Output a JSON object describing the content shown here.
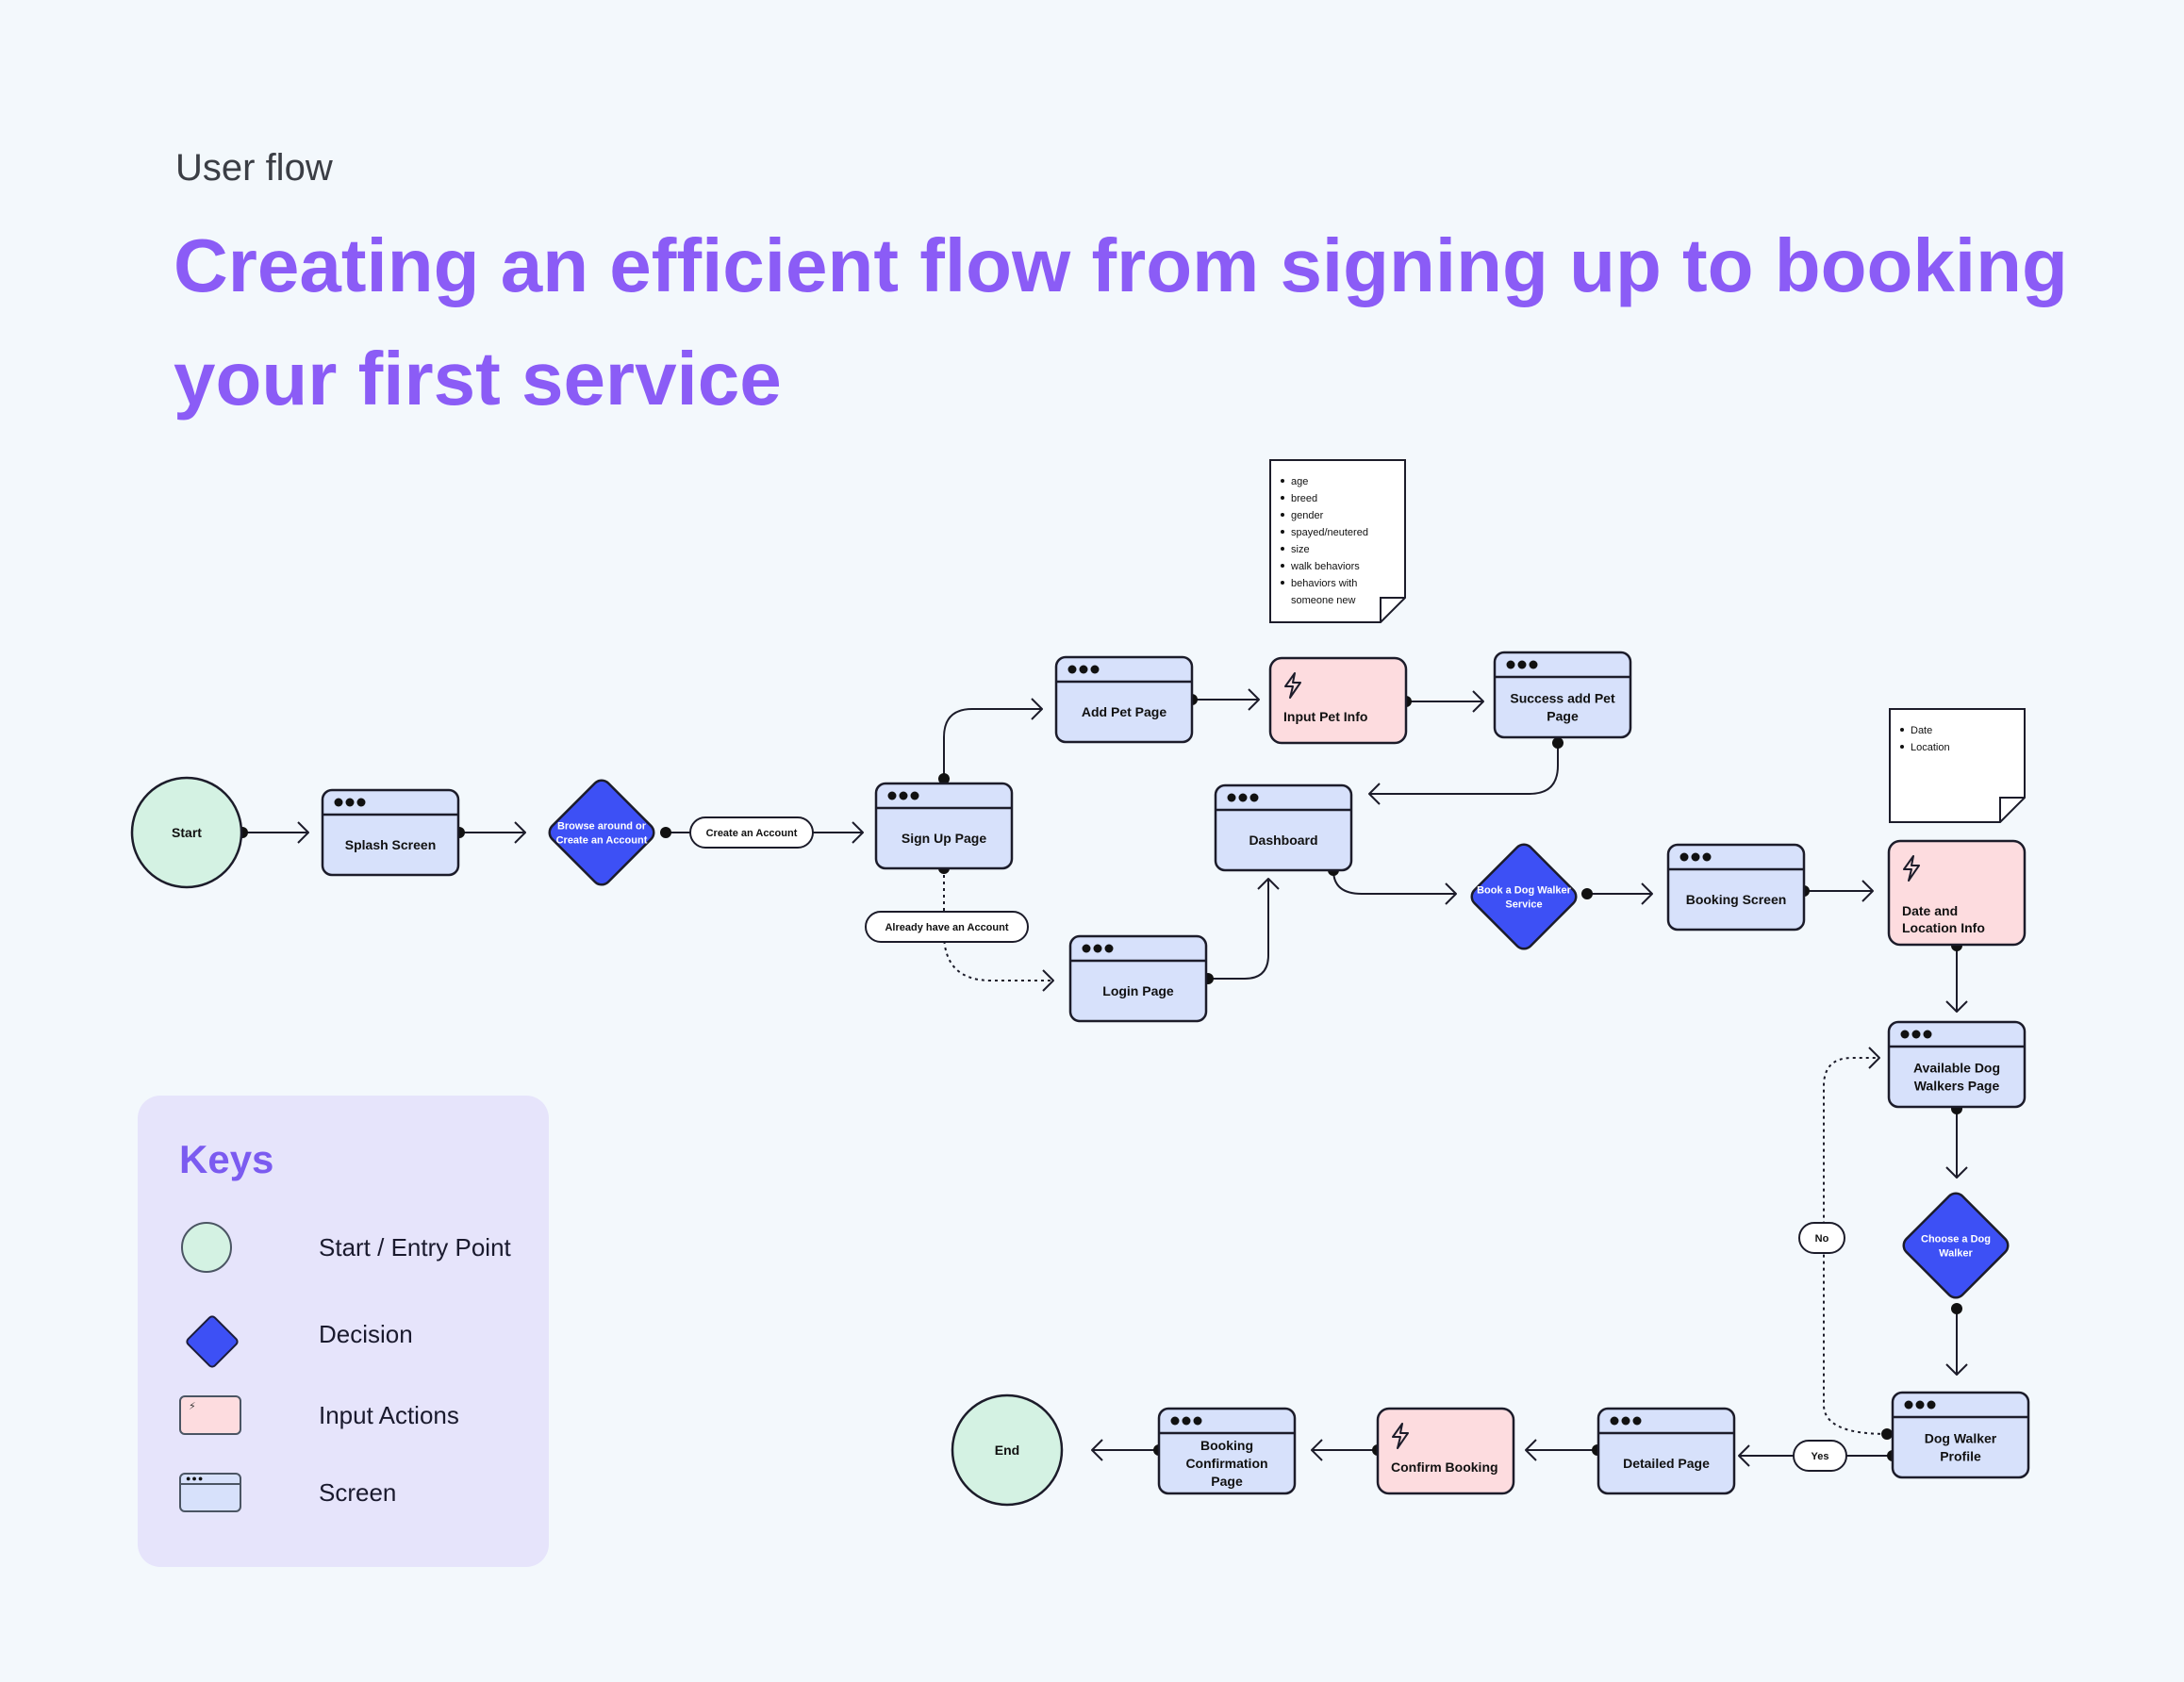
{
  "header": {
    "eyebrow": "User flow",
    "headline": "Creating an efficient flow from signing up to booking your first service"
  },
  "nodes": [
    {
      "id": "start",
      "type": "start",
      "lines": [
        "Start"
      ]
    },
    {
      "id": "splash",
      "type": "screen",
      "lines": [
        "Splash Screen"
      ]
    },
    {
      "id": "browse",
      "type": "decision",
      "lines": [
        "Browse around or",
        "Create an Account"
      ]
    },
    {
      "id": "signup",
      "type": "screen",
      "lines": [
        "Sign Up Page"
      ]
    },
    {
      "id": "addpet",
      "type": "screen",
      "lines": [
        "Add Pet Page"
      ]
    },
    {
      "id": "inputpet",
      "type": "input",
      "lines": [
        "Input Pet Info"
      ]
    },
    {
      "id": "success",
      "type": "screen",
      "lines": [
        "Success add Pet",
        "Page"
      ]
    },
    {
      "id": "dashboard",
      "type": "screen",
      "lines": [
        "Dashboard"
      ]
    },
    {
      "id": "login",
      "type": "screen",
      "lines": [
        "Login Page"
      ]
    },
    {
      "id": "bookwalker",
      "type": "decision",
      "lines": [
        "Book a Dog Walker",
        "Service"
      ]
    },
    {
      "id": "booking",
      "type": "screen",
      "lines": [
        "Booking Screen"
      ]
    },
    {
      "id": "dateloc",
      "type": "input",
      "lines": [
        "Date and",
        "Location Info"
      ]
    },
    {
      "id": "available",
      "type": "screen",
      "lines": [
        "Available Dog",
        "Walkers Page"
      ]
    },
    {
      "id": "choose",
      "type": "decision",
      "lines": [
        "Choose a Dog",
        "Walker"
      ]
    },
    {
      "id": "profile",
      "type": "screen",
      "lines": [
        "Dog Walker",
        "Profile"
      ]
    },
    {
      "id": "detailed",
      "type": "screen",
      "lines": [
        "Detailed Page"
      ]
    },
    {
      "id": "confirm",
      "type": "input",
      "lines": [
        "Confirm Booking"
      ]
    },
    {
      "id": "bookconf",
      "type": "screen",
      "lines": [
        "Booking",
        "Confirmation",
        "Page"
      ]
    },
    {
      "id": "end",
      "type": "start",
      "lines": [
        "End"
      ]
    }
  ],
  "edge_labels": [
    {
      "id": "create",
      "text": "Create an Account"
    },
    {
      "id": "already",
      "text": "Already have an Account"
    },
    {
      "id": "no",
      "text": "No"
    },
    {
      "id": "yes",
      "text": "Yes"
    }
  ],
  "notes": [
    {
      "id": "pet-note",
      "items": [
        "age",
        "breed",
        "gender",
        "spayed/neutered",
        "size",
        "walk behaviors",
        "behaviors with someone new"
      ]
    },
    {
      "id": "date-note",
      "items": [
        "Date",
        "Location"
      ]
    }
  ],
  "keys": {
    "title": "Keys",
    "items": [
      {
        "kind": "start",
        "label": "Start / Entry Point"
      },
      {
        "kind": "decision",
        "label": "Decision"
      },
      {
        "kind": "input",
        "label": "Input Actions"
      },
      {
        "kind": "screen",
        "label": "Screen"
      }
    ]
  },
  "colors": {
    "background": "#f3f8fc",
    "headline": "#8b5cf6",
    "keys_title": "#7b5bf0",
    "keys_panel": "#e6e4fb",
    "start_fill": "#d4f2e3",
    "screen_fill": "#d7e1fb",
    "input_fill": "#fddcdf",
    "decision_fill": "#3d50f5",
    "stroke": "#1c1c2a"
  },
  "icons": {
    "input": "lightning-bolt-icon",
    "screen": "window-dots-icon"
  }
}
